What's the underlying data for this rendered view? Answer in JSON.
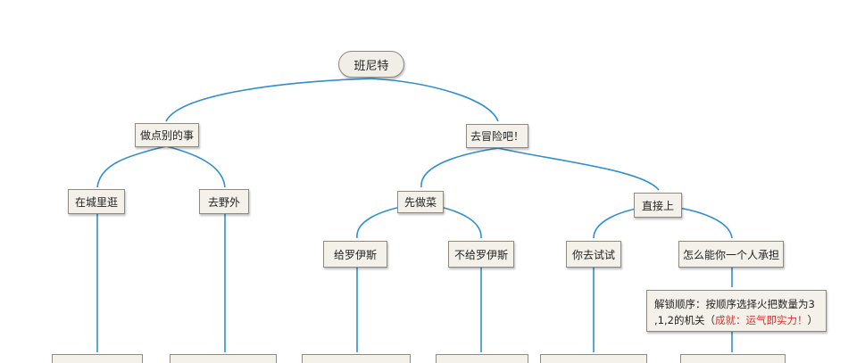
{
  "colors": {
    "connector": "#2f8fcf",
    "node_fill": "#f4f1ea",
    "node_border": "#8e8a80",
    "highlight": "#d8322b"
  },
  "nodes": {
    "root": "班尼特",
    "do_else": "做点别的事",
    "adventure": "去冒险吧！",
    "city": "在城里逛",
    "outdoor": "去野外",
    "cook_first": "先做菜",
    "direct": "直接上",
    "give_ross": "给罗伊斯",
    "not_give_ross": "不给罗伊斯",
    "you_try": "你去试试",
    "bear_alone": "怎么能你一个人承担",
    "unlock_line1": "解锁顺序：按顺序选择火把数量为3",
    "unlock_line2_prefix": ",1,2的机关（",
    "unlock_line2_highlight": "成就：运气即实力！",
    "unlock_line2_suffix": "）"
  }
}
